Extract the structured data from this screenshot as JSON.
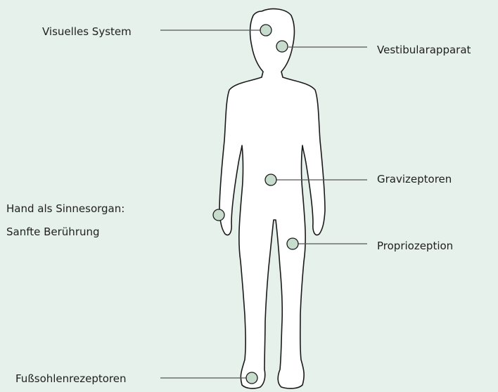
{
  "labels": {
    "visual_system": "Visuelles System",
    "vestibular": "Vestibularapparat",
    "graviceptors": "Gravizeptoren",
    "hand_line1": "Hand als Sinnesorgan:",
    "hand_line2": "Sanfte Berührung",
    "proprioception": "Propriozeption",
    "foot_receptors": "Fußsohlenrezeptoren"
  },
  "colors": {
    "background": "#e6f1ec",
    "body_fill": "#ffffff",
    "body_stroke": "#1a1a1a",
    "marker_fill": "#c8dccd",
    "line": "#555555"
  }
}
